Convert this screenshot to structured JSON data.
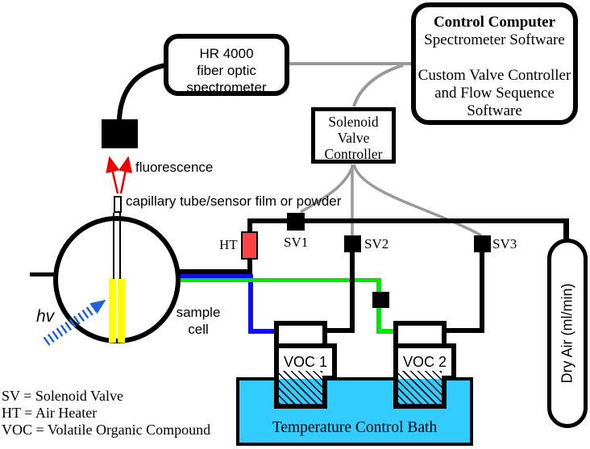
{
  "boxes": {
    "control_computer": {
      "title": "Control Computer",
      "lines": [
        "Spectrometer Software",
        "",
        "Custom Valve Controller",
        "and Flow Sequence",
        "Software"
      ]
    },
    "spectrometer": {
      "lines": [
        "HR 4000",
        "fiber optic",
        "spectrometer"
      ]
    },
    "valve_controller": {
      "lines": [
        "Solenoid",
        "Valve",
        "Controller"
      ]
    }
  },
  "labels": {
    "fluorescence": "fluorescence",
    "capillary": "capillary tube/sensor film or powder",
    "sample_cell": "sample cell",
    "hv": "hv",
    "ht": "HT",
    "sv1": "SV1",
    "sv2": "SV2",
    "sv3": "SV3",
    "voc1": "VOC 1",
    "voc2": "VOC 2",
    "bath": "Temperature Control Bath",
    "dry_air": "Dry Air (ml/min)"
  },
  "legend": [
    "SV = Solenoid Valve",
    "HT = Air Heater",
    "VOC = Volatile Organic Compound"
  ],
  "colors": {
    "cable_gray": "#999999",
    "heater_red": "#ff4242",
    "tube_blue": "#0f0fee",
    "tube_green": "#00e800",
    "bath_cyan": "#33ccff",
    "sensor_yellow": "#ffff00",
    "fluorescence_red": "#ee0000",
    "excitation_blue": "#2163d7"
  }
}
